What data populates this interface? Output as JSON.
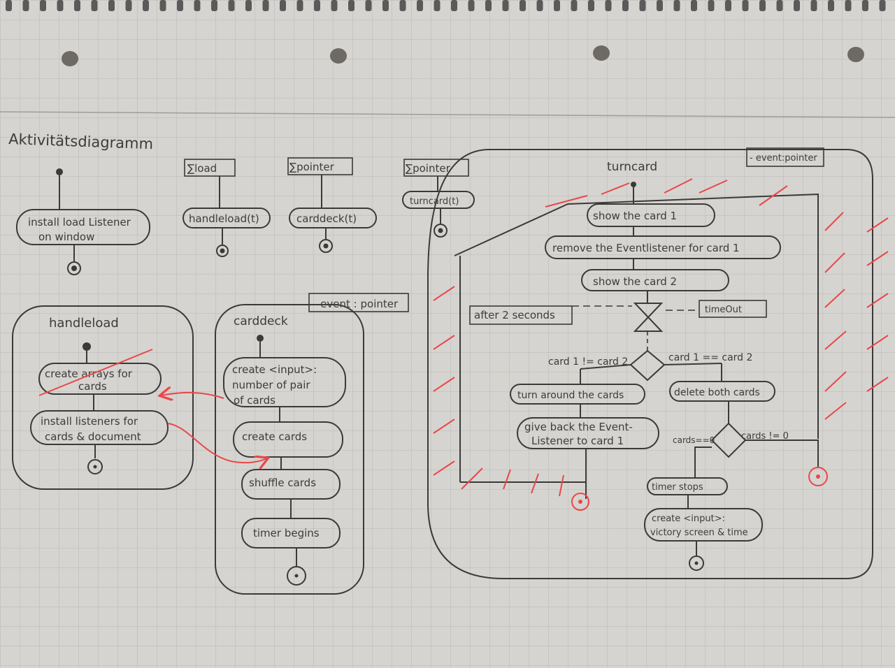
{
  "title": "Aktivitätsdiagramm",
  "signals": {
    "load": "∑load",
    "pointer1": "∑pointer",
    "pointer2": "∑pointer"
  },
  "mini": {
    "install_line1": "install load Listener",
    "install_line2": "on window",
    "handleload_call": "handleload(t)",
    "carddeck_call": "carddeck(t)",
    "turncard_call": "turncard(t)"
  },
  "handleload": {
    "title": "handleload",
    "act1_line1": "create arrays for",
    "act1_line2": "cards",
    "act2_line1": "install listeners for",
    "act2_line2": "cards & document"
  },
  "carddeck": {
    "title": "carddeck",
    "param": "- event : pointer",
    "act1_line1": "create <input>:",
    "act1_line2": "number of pair",
    "act1_line3": "of cards",
    "act2": "create cards",
    "act3": "shuffle cards",
    "act4": "timer begins"
  },
  "turncard": {
    "title": "turncard",
    "param": "- event:pointer",
    "show1": "show the card 1",
    "remove": "remove the Eventlistener for card 1",
    "show2": "show the card 2",
    "after": "after 2 seconds",
    "timeout": "timeOut",
    "guard_neq": "card 1 != card 2",
    "guard_eq": "card 1 == card 2",
    "turn": "turn around the cards",
    "delete": "delete both cards",
    "giveback_line1": "give back the Event-",
    "giveback_line2": "Listener to card 1",
    "cards_zero": "cards==0",
    "cards_nonzero": "cards != 0",
    "timer_stops": "timer stops",
    "victory_line1": "create <input>:",
    "victory_line2": "victory screen & time"
  },
  "colors": {
    "paper": "#d6d4d0",
    "grid": "#b9b9b9",
    "ink": "#3a3a3a",
    "red_ink": "#e8484a"
  }
}
